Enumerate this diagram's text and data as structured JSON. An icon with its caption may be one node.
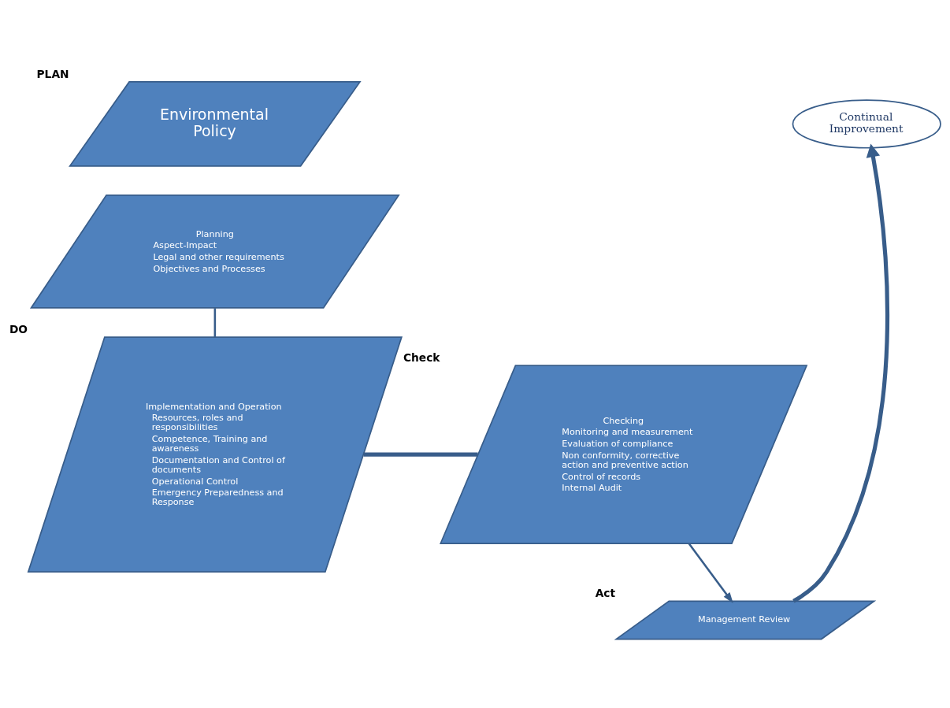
{
  "diagram": {
    "nodes": [
      {
        "text": [
          "Environmental Policy"
        ],
        "beside": [
          "PLAN"
        ]
      },
      {
        "text": [
          "Planning",
          "Aspect-Impact",
          "Legal and other requirements",
          "Objectives and Processes"
        ]
      },
      {
        "text": [
          "Implementation and Operation",
          "Resources, roles and responsibilities",
          "Competence, Training and awareness",
          "Documentation and Control of documents",
          "Operational Control",
          "Emergency Preparedness and Response"
        ],
        "beside": [
          "DO"
        ]
      },
      {
        "text": [
          "Checking",
          "Monitoring and measurement",
          "Evaluation of compliance",
          "Non conformity, corrective action and preventive action",
          "Control of records",
          "Internal Audit"
        ],
        "beside": [
          "Check"
        ]
      },
      {
        "text": [
          "Management Review"
        ],
        "beside": [
          "Act"
        ]
      },
      {
        "text": [
          "Continual Improvement"
        ]
      }
    ],
    "edges": [
      {
        "from": 1,
        "to": 2,
        "arrow": "none"
      },
      {
        "from": 2,
        "to": 3,
        "arrow": "none",
        "style": "thick"
      },
      {
        "from": 3,
        "to": 4,
        "arrow": "to"
      },
      {
        "from": 4,
        "to": 5,
        "arrow": "to",
        "style": "thick"
      }
    ]
  }
}
